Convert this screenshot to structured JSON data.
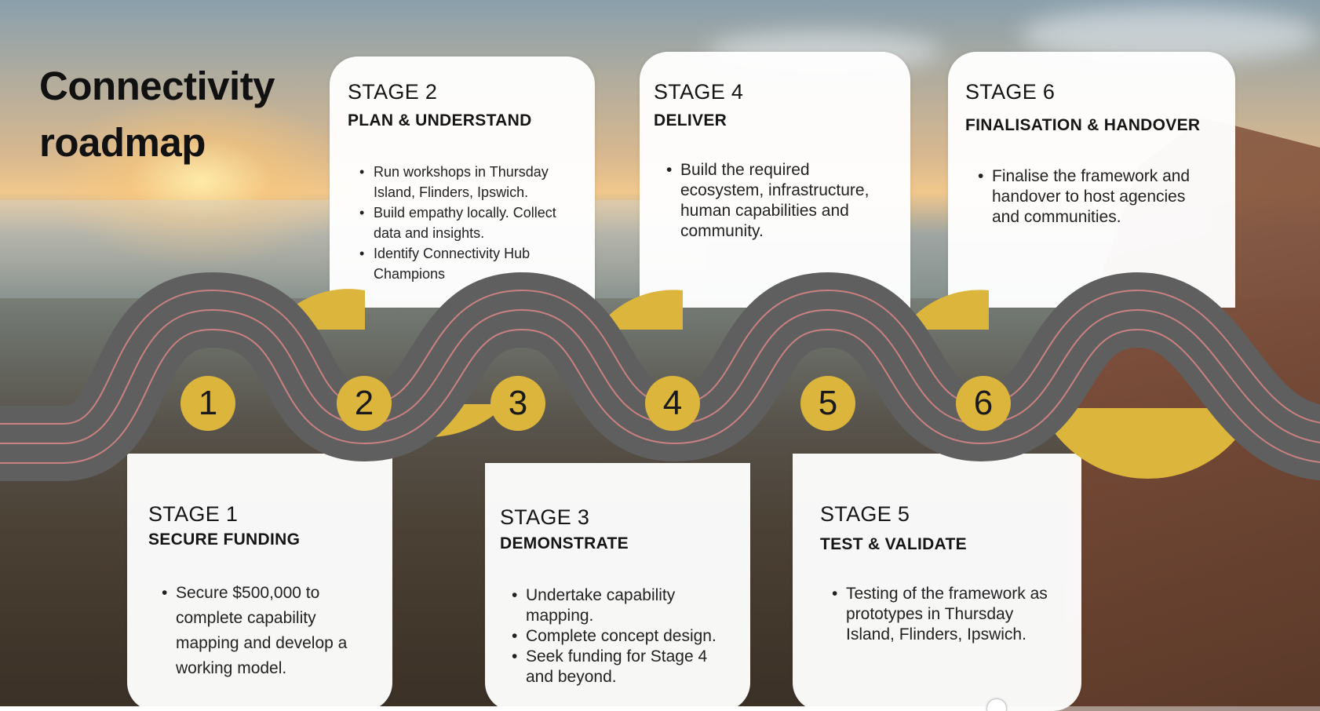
{
  "slide": {
    "title_line1": "Connectivity",
    "title_line2": "roadmap"
  },
  "stages": [
    {
      "number": "1",
      "label": "STAGE 1",
      "name": "SECURE FUNDING",
      "bullets": [
        "Secure $500,000 to complete capability mapping and develop a working model."
      ]
    },
    {
      "number": "2",
      "label": "STAGE 2",
      "name": "PLAN & UNDERSTAND",
      "bullets": [
        "Run workshops in Thursday Island, Flinders, Ipswich.",
        "Build empathy locally. Collect data and insights.",
        "Identify Connectivity Hub Champions"
      ]
    },
    {
      "number": "3",
      "label": "STAGE 3",
      "name": "DEMONSTRATE",
      "bullets": [
        "Undertake capability mapping.",
        "Complete concept design.",
        "Seek funding for Stage 4 and beyond."
      ]
    },
    {
      "number": "4",
      "label": "STAGE 4",
      "name": "DELIVER",
      "bullets": [
        "Build the required ecosystem, infrastructure, human capabilities and community."
      ]
    },
    {
      "number": "5",
      "label": "STAGE 5",
      "name": "TEST & VALIDATE",
      "bullets": [
        "Testing of the framework as prototypes in Thursday Island, Flinders, Ipswich."
      ]
    },
    {
      "number": "6",
      "label": "STAGE 6",
      "name": "FINALISATION & HANDOVER",
      "bullets": [
        "Finalise the framework and handover to host agencies and communities."
      ]
    }
  ],
  "colors": {
    "accent_gold": "#dcb53c",
    "road": "#5f5f5f",
    "road_lines": "#c98080"
  },
  "video": {
    "progress": 0.755
  }
}
